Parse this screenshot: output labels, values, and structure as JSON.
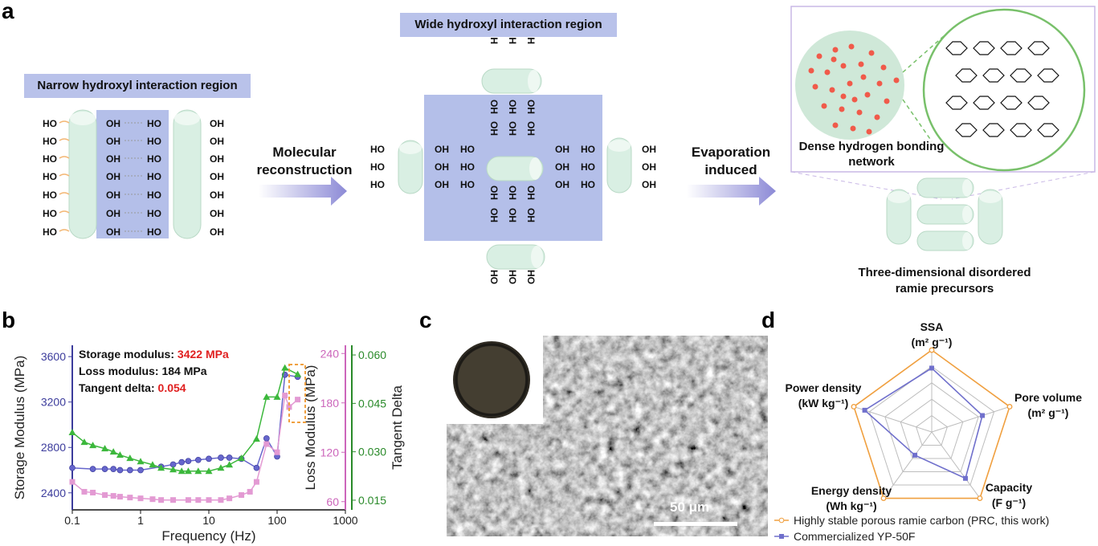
{
  "panel_a": {
    "letter": "a",
    "narrow_region": "Narrow hydroxyl interaction region",
    "wide_region": "Wide hydroxyl interaction region",
    "arrow1_label": "Molecular reconstruction",
    "arrow2_label": "Evaporation induced",
    "dense_network": "Dense hydrogen bonding network",
    "precursor_label": "Three-dimensional disordered ramie precursors",
    "ho": "HO",
    "oh": "OH",
    "chain_color": "#f3b877",
    "cylinder_color": "#d9efe3",
    "region_color": "#b4bfe9"
  },
  "panel_b": {
    "letter": "b",
    "storage_label": "Storage modulus: ",
    "storage_value": "3422 MPa",
    "loss_label": "Loss modulus: 184 MPa",
    "tan_label": "Tangent delta: ",
    "tan_value": "0.054"
  },
  "panel_c": {
    "letter": "c",
    "scalebar": "50 μm"
  },
  "panel_d": {
    "letter": "d"
  },
  "chart_data": [
    {
      "type": "line",
      "xlabel": "Frequency (Hz)",
      "x_scale": "log",
      "xlim": [
        0.1,
        1000
      ],
      "x_ticks": [
        "0.1",
        "1",
        "10",
        "100",
        "1000"
      ],
      "y_axes": [
        {
          "label": "Storage Modulus (MPa)",
          "ticks": [
            "2400",
            "2800",
            "3200",
            "3600"
          ],
          "lim": [
            2250,
            3700
          ],
          "color": "#3c3c9c"
        },
        {
          "label": "Loss Modulus (MPa)",
          "ticks": [
            "60",
            "120",
            "180",
            "240"
          ],
          "lim": [
            50,
            250
          ],
          "color": "#cc66bb"
        },
        {
          "label": "Tangent Delta",
          "ticks": [
            "0.015",
            "0.030",
            "0.045",
            "0.060"
          ],
          "lim": [
            0.012,
            0.063
          ],
          "color": "#2a8a2a"
        }
      ],
      "series": [
        {
          "axis": 0,
          "marker": "circle",
          "color": "#6666cc",
          "x": [
            0.1,
            0.2,
            0.3,
            0.4,
            0.5,
            0.7,
            1,
            2,
            3,
            4,
            5,
            7,
            10,
            15,
            20,
            30,
            50,
            70,
            100,
            130,
            200
          ],
          "y": [
            2620,
            2610,
            2610,
            2610,
            2600,
            2600,
            2600,
            2630,
            2650,
            2670,
            2680,
            2690,
            2700,
            2710,
            2710,
            2700,
            2620,
            2880,
            2720,
            3440,
            3422
          ]
        },
        {
          "axis": 1,
          "marker": "square",
          "color": "#e39ad3",
          "x": [
            0.1,
            0.15,
            0.2,
            0.3,
            0.4,
            0.5,
            0.7,
            1,
            1.5,
            2,
            3,
            5,
            7,
            10,
            15,
            20,
            30,
            40,
            50,
            70,
            100,
            130,
            150,
            200
          ],
          "y": [
            84,
            72,
            71,
            68,
            67,
            66,
            65,
            64,
            63,
            62,
            62,
            62,
            62,
            62,
            62,
            64,
            68,
            72,
            84,
            130,
            120,
            189,
            175,
            184
          ]
        },
        {
          "axis": 2,
          "marker": "triangle",
          "color": "#3cb83c",
          "x": [
            0.1,
            0.15,
            0.2,
            0.3,
            0.4,
            0.5,
            0.7,
            1,
            1.5,
            2,
            3,
            4,
            5,
            7,
            10,
            15,
            20,
            30,
            50,
            70,
            100,
            130,
            200
          ],
          "y": [
            0.036,
            0.033,
            0.032,
            0.031,
            0.03,
            0.029,
            0.028,
            0.027,
            0.026,
            0.025,
            0.0245,
            0.024,
            0.024,
            0.024,
            0.024,
            0.025,
            0.026,
            0.028,
            0.034,
            0.047,
            0.047,
            0.056,
            0.054
          ]
        }
      ]
    },
    {
      "type": "radar",
      "axes": [
        {
          "name": "SSA",
          "unit": "(m² g⁻¹)"
        },
        {
          "name": "Pore volume",
          "unit": "(m² g⁻¹)"
        },
        {
          "name": "Capacity",
          "unit": "(F g⁻¹)"
        },
        {
          "name": "Energy density",
          "unit": "(Wh kg⁻¹)"
        },
        {
          "name": "Power density",
          "unit": "(kW kg⁻¹)"
        }
      ],
      "rings": 5,
      "series": [
        {
          "name": "Highly stable porous ramie carbon (PRC, this work)",
          "color": "#f0a040",
          "marker": "circle",
          "values": [
            1,
            1,
            1,
            1,
            1
          ]
        },
        {
          "name": "Commercialized YP-50F",
          "color": "#7070cc",
          "marker": "square",
          "values": [
            0.78,
            0.65,
            0.7,
            0.35,
            0.86
          ]
        }
      ]
    }
  ]
}
